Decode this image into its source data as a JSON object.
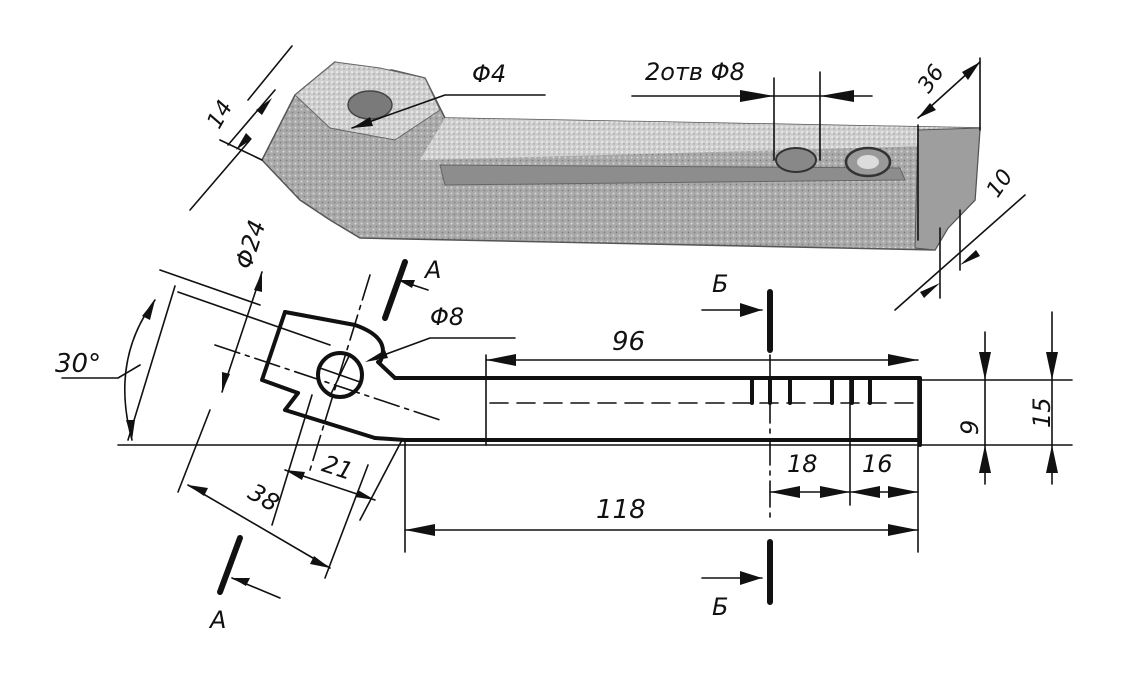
{
  "labels": {
    "phi4": "Φ4",
    "holes": "2отв Φ8",
    "d36": "36",
    "d14": "14",
    "d10": "10",
    "phi24": "Φ24",
    "phi8": "Φ8",
    "angle30": "30°",
    "d96": "96",
    "d118": "118",
    "d18": "18",
    "d16": "16",
    "d9": "9",
    "d15": "15",
    "d21": "21",
    "d38": "38",
    "sectionA": "А",
    "sectionB": "Б"
  }
}
